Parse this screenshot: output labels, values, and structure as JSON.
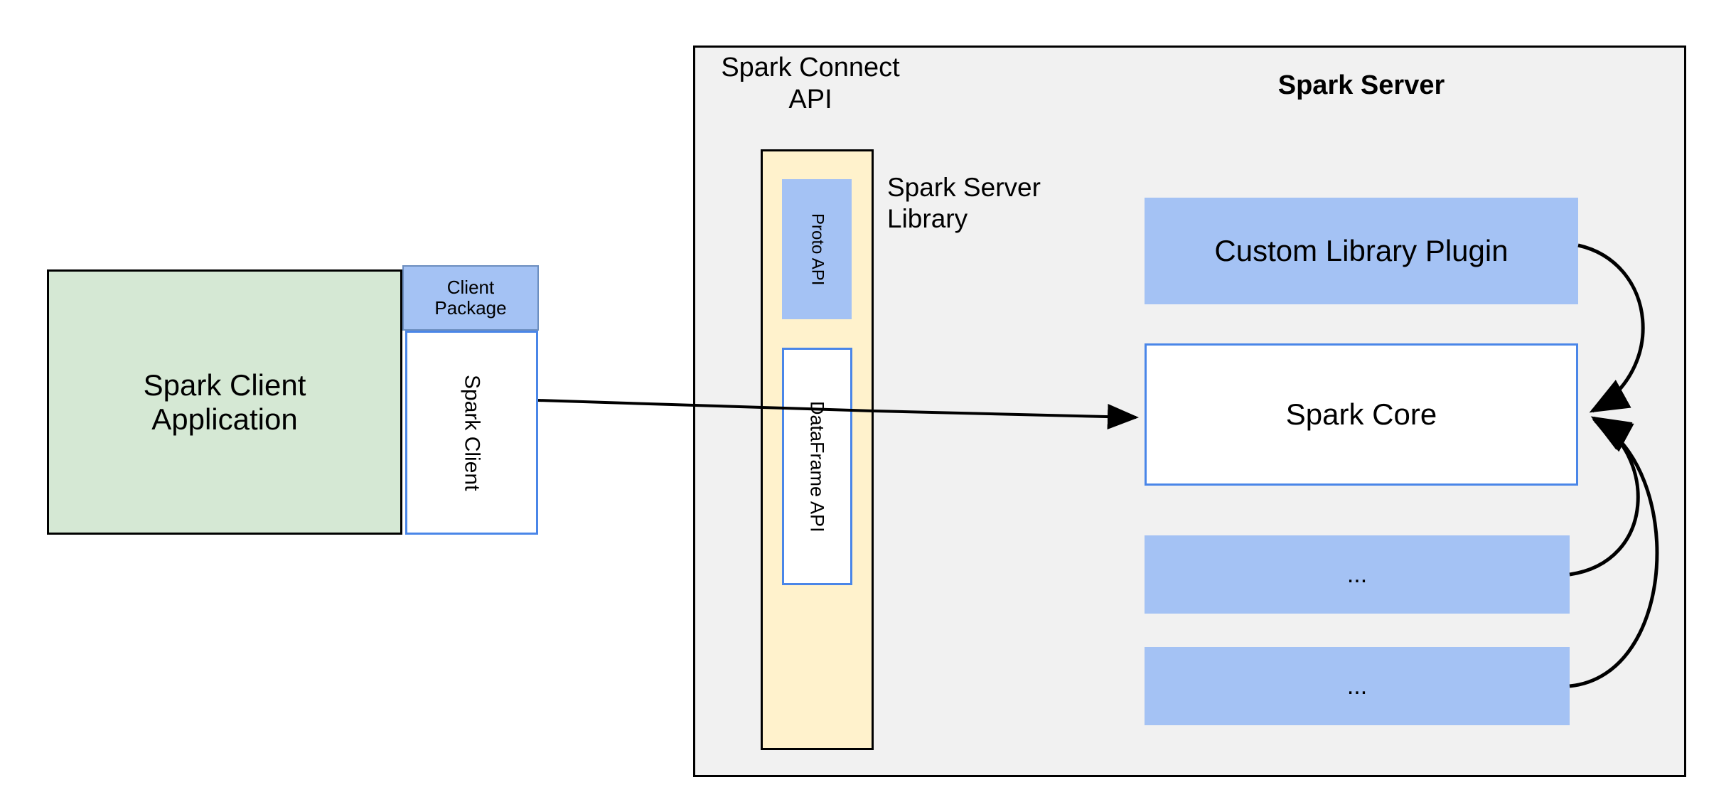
{
  "diagram": {
    "title": "Spark Connect architecture",
    "background": "#ffffff",
    "colors": {
      "green_fill": "#d5e8d4",
      "blue_fill": "#a4c2f4",
      "yellow_fill": "#fff2cc",
      "gray_fill": "#f1f1f1",
      "blue_stroke": "#4a86e8",
      "blue_stroke_muted": "#6c8ebf",
      "black_stroke": "#000000",
      "white_fill": "#ffffff"
    }
  },
  "client": {
    "application_label": "Spark Client\nApplication",
    "package_label": "Client\nPackage",
    "spark_client_label": "Spark Client"
  },
  "server": {
    "container_label": "Spark Server",
    "connect_api_label": "Spark Connect\nAPI",
    "server_library_label": "Spark Server\nLibrary",
    "connect_column": {
      "proto_api_label": "Proto API",
      "dataframe_api_label": "DataFrame API"
    },
    "components": [
      {
        "label": "Custom Library Plugin",
        "style": "blue-fill"
      },
      {
        "label": "Spark Core",
        "style": "white-blue-border"
      },
      {
        "label": "...",
        "style": "blue-fill"
      },
      {
        "label": "...",
        "style": "blue-fill"
      }
    ]
  },
  "connectors": [
    {
      "name": "client-to-dataframe-api",
      "from": "Spark Client",
      "to": "Spark Connect API column",
      "style": "straight-line"
    },
    {
      "name": "connect-api-to-spark-core",
      "from": "Spark Connect API column",
      "to": "Spark Core",
      "style": "straight-arrow"
    },
    {
      "name": "custom-library-plugin-to-spark-core",
      "from": "Custom Library Plugin",
      "to": "Spark Core",
      "style": "curved-arrow"
    },
    {
      "name": "ellipsis-1-to-spark-core",
      "from": "...",
      "to": "Spark Core",
      "style": "curved-arrow"
    },
    {
      "name": "ellipsis-2-to-spark-core",
      "from": "...",
      "to": "Spark Core",
      "style": "curved-arrow"
    }
  ]
}
